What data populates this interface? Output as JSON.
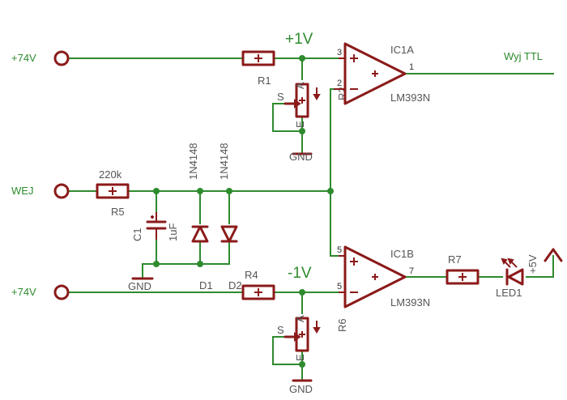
{
  "inputs": {
    "top": "+74V",
    "middle": "WEJ",
    "bottom": "+74V"
  },
  "output": {
    "ttl": "Wyj TTL"
  },
  "rails": {
    "pos": "+1V",
    "neg": "-1V",
    "gnd": "GND",
    "vcc": "+5V"
  },
  "comparators": {
    "a": {
      "ref": "IC1A",
      "type": "LM393N",
      "pin_in_pos": "3",
      "pin_in_neg": "2",
      "pin_out": "1"
    },
    "b": {
      "ref": "IC1B",
      "type": "LM393N",
      "pin_in_pos": "5",
      "pin_in_neg": "5",
      "pin_out": "7"
    }
  },
  "resistors": {
    "r1": "R1",
    "r4": "R4",
    "r5": "R5",
    "r5_value": "220k",
    "r7": "R7"
  },
  "pots": {
    "r2": {
      "ref": "R2",
      "wiper": "S",
      "end_a": "A",
      "end_e": "E"
    },
    "r6": {
      "ref": "R6",
      "wiper": "S",
      "end_a": "A",
      "end_e": "E"
    }
  },
  "capacitor": {
    "ref": "C1",
    "value": "1uF"
  },
  "diodes": {
    "d1": {
      "ref": "D1",
      "part": "1N4148"
    },
    "d2": {
      "ref": "D2",
      "part": "1N4148"
    }
  },
  "led": {
    "ref": "LED1"
  }
}
